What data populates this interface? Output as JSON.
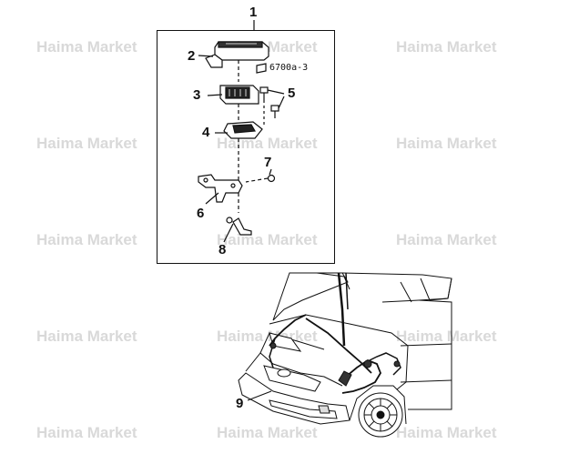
{
  "watermark": {
    "text": "Haima Market",
    "color": "#d9d9d9"
  },
  "callouts": {
    "c1": "1",
    "c2": "2",
    "c3": "3",
    "c4": "4",
    "c5": "5",
    "c6": "6",
    "c7": "7",
    "c8": "8",
    "c9": "9"
  },
  "part_code": "6700a-3",
  "icons": {
    "part_2": "fuse-box-cover-icon",
    "part_3": "fuse-relay-block-icon",
    "part_4": "fuse-box-lower-housing-icon",
    "part_5": "bolt-icon",
    "part_6": "mounting-bracket-icon",
    "part_7": "nut-icon",
    "part_8": "ground-terminal-icon",
    "vehicle": "car-front-engine-harness-icon"
  }
}
